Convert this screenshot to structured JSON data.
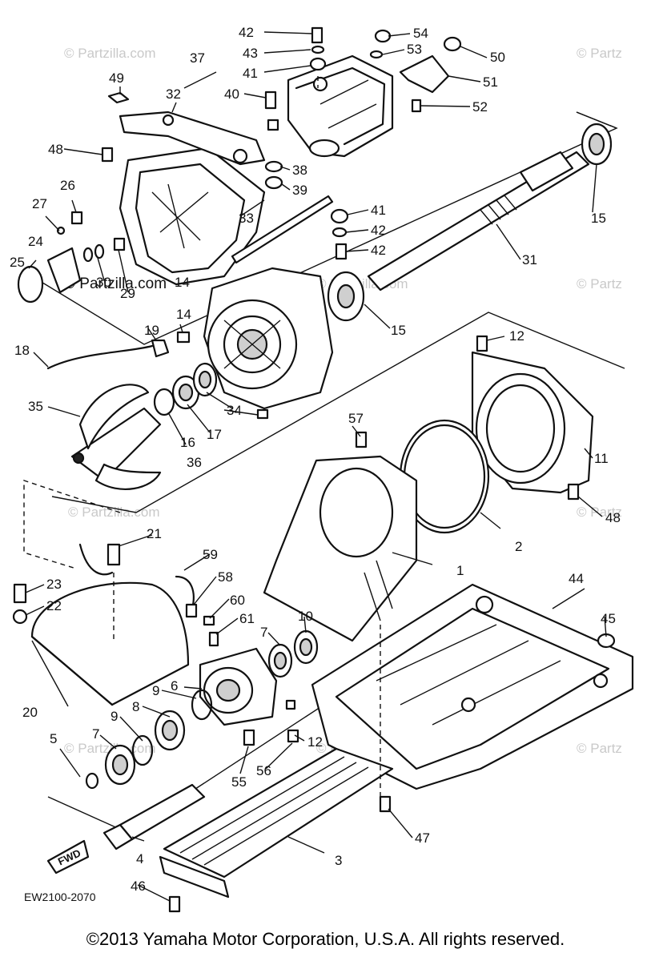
{
  "watermarks": [
    "© Partzilla.com",
    "© Partz"
  ],
  "diagram_code": "EW2100-2070",
  "direction_label": "FWD",
  "copyright": "©2013  Yamaha Motor Corporation, U.S.A. All rights reserved.",
  "callouts": [
    "1",
    "2",
    "3",
    "4",
    "5",
    "6",
    "7",
    "7",
    "8",
    "9",
    "9",
    "10",
    "11",
    "12",
    "12",
    "14",
    "14",
    "15",
    "15",
    "16",
    "17",
    "18",
    "19",
    "20",
    "21",
    "22",
    "23",
    "24",
    "25",
    "26",
    "27",
    "29",
    "30",
    "31",
    "32",
    "33",
    "34",
    "35",
    "36",
    "37",
    "38",
    "39",
    "40",
    "41",
    "41",
    "42",
    "42",
    "42",
    "43",
    "44",
    "45",
    "46",
    "47",
    "48",
    "48",
    "49",
    "50",
    "51",
    "52",
    "53",
    "54",
    "55",
    "56",
    "57",
    "58",
    "59",
    "60",
    "61"
  ]
}
